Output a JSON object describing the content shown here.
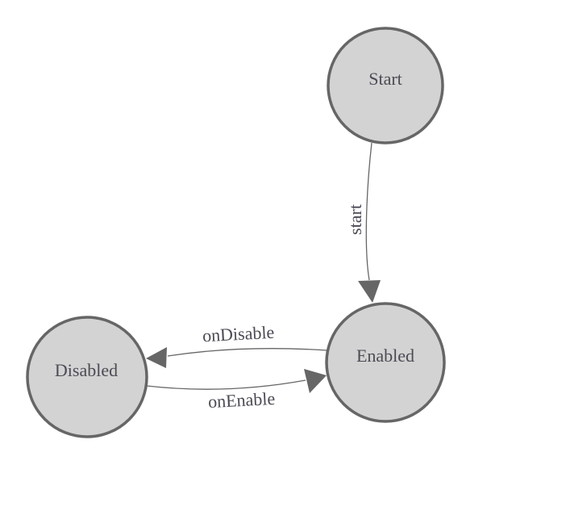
{
  "diagram": {
    "type": "state-machine",
    "colors": {
      "background": "#ffffff",
      "node_fill": "#d3d3d3",
      "node_stroke": "#666666",
      "edge_stroke": "#666666",
      "arrow_fill": "#666666",
      "label_text": "#4b4b55"
    },
    "nodes": [
      {
        "id": "start",
        "label": "Start"
      },
      {
        "id": "enabled",
        "label": "Enabled"
      },
      {
        "id": "disabled",
        "label": "Disabled"
      }
    ],
    "edges": [
      {
        "from": "start",
        "to": "enabled",
        "label": "start"
      },
      {
        "from": "enabled",
        "to": "disabled",
        "label": "onDisable"
      },
      {
        "from": "disabled",
        "to": "enabled",
        "label": "onEnable"
      }
    ]
  }
}
